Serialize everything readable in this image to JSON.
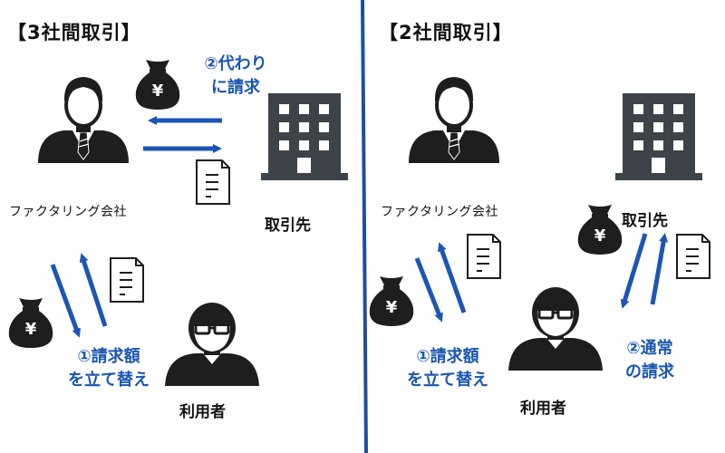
{
  "colors": {
    "divider": "#1d4fa0",
    "arrow": "#1d55b5",
    "label_blue": "#1a56b0",
    "icon_dark": "#1e1e1e",
    "building": "#3d4349"
  },
  "left": {
    "title": "【3社間取引】",
    "factoring_label": "ファクタリング会社",
    "client_label": "取引先",
    "user_label": "利用者",
    "step2_line1": "②代わり",
    "step2_line2": "に請求",
    "step1_line1": "①請求額",
    "step1_line2": "を立て替え"
  },
  "right": {
    "title": "【2社間取引】",
    "factoring_label": "ファクタリング会社",
    "client_label": "取引先",
    "user_label": "利用者",
    "step1_line1": "①請求額",
    "step1_line2": "を立て替え",
    "step2_line1": "②通常",
    "step2_line2": "の請求"
  },
  "icons": {
    "money": "yen-money-bag-icon",
    "document": "document-icon",
    "businessman": "businessman-icon",
    "glasses_person": "person-with-glasses-icon",
    "building": "office-building-icon",
    "yen_symbol": "¥"
  }
}
